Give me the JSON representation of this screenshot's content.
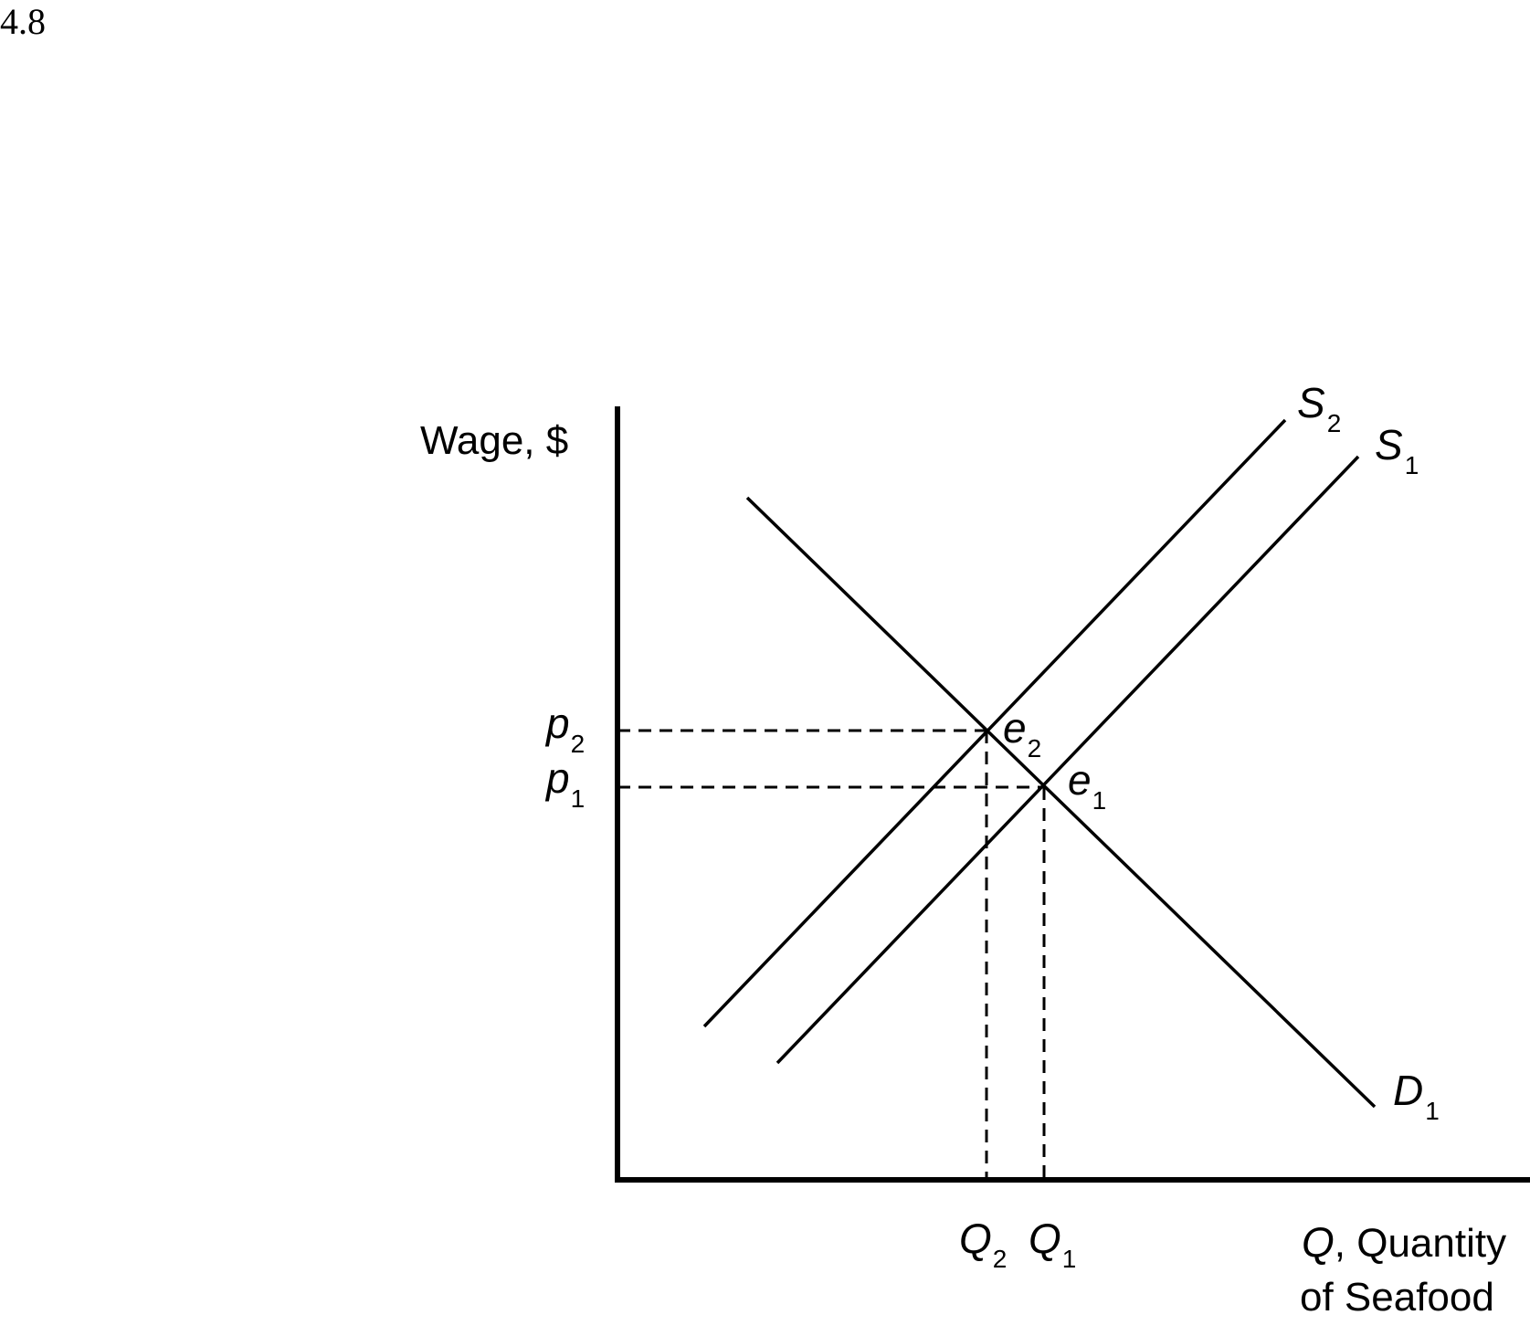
{
  "figure_number": "4.8",
  "axes": {
    "y_title": "Wage, $",
    "x_title_var": "Q",
    "x_title_rest_line1": ", Quantity",
    "x_title_line2": "of Seafood"
  },
  "curves": {
    "s2": {
      "symbol": "S",
      "subscript": "2"
    },
    "s1": {
      "symbol": "S",
      "subscript": "1"
    },
    "d1": {
      "symbol": "D",
      "subscript": "1"
    }
  },
  "equilibria": {
    "e2": {
      "symbol": "e",
      "subscript": "2"
    },
    "e1": {
      "symbol": "e",
      "subscript": "1"
    }
  },
  "price_labels": {
    "p2": {
      "symbol": "p",
      "subscript": "2"
    },
    "p1": {
      "symbol": "p",
      "subscript": "1"
    }
  },
  "quantity_labels": {
    "q2": {
      "symbol": "Q",
      "subscript": "2"
    },
    "q1": {
      "symbol": "Q",
      "subscript": "1"
    }
  },
  "colors": {
    "ink": "#000000",
    "background": "#ffffff"
  }
}
